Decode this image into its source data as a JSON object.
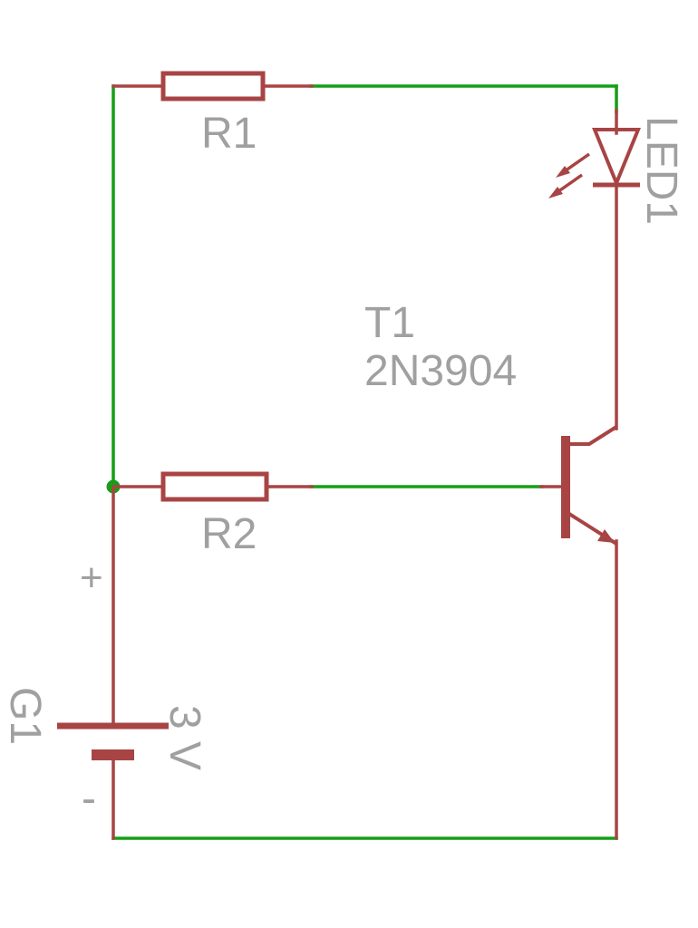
{
  "colors": {
    "wire_green": "#169e16",
    "component_red": "#a84444",
    "label_gray": "#a0a0a0",
    "background": "#ffffff"
  },
  "components": {
    "r1": {
      "designator": "R1"
    },
    "r2": {
      "designator": "R2"
    },
    "t1": {
      "designator": "T1",
      "value": "2N3904"
    },
    "led1": {
      "designator": "LED1"
    },
    "g1": {
      "designator": "G1",
      "value": "3 V",
      "positive_terminal": "+",
      "negative_terminal": "-"
    }
  }
}
